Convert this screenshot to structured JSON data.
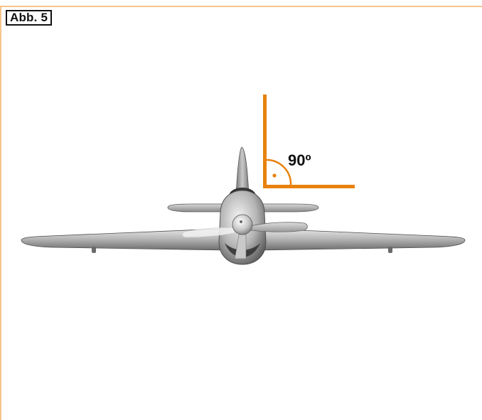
{
  "figure": {
    "label": "Abb. 5"
  },
  "angle": {
    "value": 90,
    "label": "90º"
  },
  "colors": {
    "frame": "#f5c588",
    "angle_marker": "#e8820e",
    "label_border": "#111111"
  },
  "icons": {
    "aircraft": "airplane-front-view-icon",
    "angle": "right-angle-icon"
  }
}
